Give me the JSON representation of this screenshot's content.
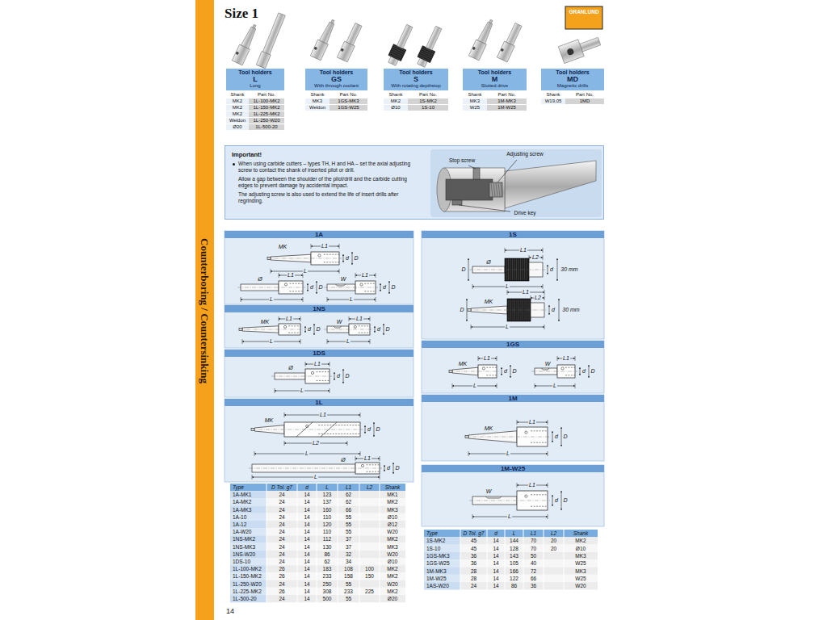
{
  "diagram": {
    "title": "Size 1",
    "nodes": [
      {
        "text": [
          "Tool holders",
          "L",
          "Long"
        ]
      },
      {
        "text": [
          "Tool holders",
          "GS",
          "With through coolant"
        ]
      },
      {
        "text": [
          "Tool holders",
          "S",
          "With rotating depthstop"
        ]
      },
      {
        "text": [
          "Tool holders",
          "M",
          "Slotted drive"
        ]
      },
      {
        "text": [
          "Tool holders",
          "MD",
          "Magnetic drills"
        ]
      },
      {
        "text": [
          "Important!",
          "When using carbide cutters – types TH, H and HA – set the axial adjusting screw to contact the shank of inserted pilot or drill.",
          "Allow a gap between the shoulder of the pilot/drill and the carbide cutting edges to prevent damage by accidental impact.",
          "The adjusting screw is also used to extend the life of insert drills after regrinding."
        ]
      },
      {
        "text": [
          "1A"
        ]
      },
      {
        "text": [
          "1NS"
        ]
      },
      {
        "text": [
          "1DS"
        ]
      },
      {
        "text": [
          "1L"
        ]
      },
      {
        "text": [
          "1S"
        ]
      },
      {
        "text": [
          "1GS"
        ]
      },
      {
        "text": [
          "1M"
        ]
      },
      {
        "text": [
          "1M-W25"
        ]
      }
    ],
    "labels": [
      "GRANLUND",
      "Shank",
      "Part No.",
      "MK2",
      "1L-100-MK2",
      "MK2",
      "1L-150-MK2",
      "MK2",
      "1L-225-MK2",
      "Weldon",
      "1L-250-W20",
      "Ø20",
      "1L-500-20",
      "Shank",
      "Part No.",
      "MK3",
      "1GS-MK3",
      "Weldon",
      "1GS-W25",
      "Shank",
      "Part No.",
      "MK2",
      "1S-MK2",
      "Ø10",
      "1S-10",
      "Shank",
      "Part No.",
      "MK3",
      "1M-MK3",
      "W25",
      "1M-W25",
      "Shank",
      "Part No.",
      "W19,05",
      "1MD",
      "Adjusting screw",
      "Stop screw",
      "Drive key",
      "MK",
      "L1",
      "d",
      "D",
      "L",
      "Ø",
      "L1",
      "d",
      "D",
      "L",
      "W",
      "L1",
      "d",
      "D",
      "L",
      "MK",
      "L1",
      "d",
      "D",
      "L",
      "W",
      "L1",
      "d",
      "D",
      "L",
      "Ø",
      "L1",
      "d",
      "D",
      "L",
      "MK",
      "L1",
      "d",
      "D",
      "L2",
      "L",
      "Ø",
      "L1",
      "d",
      "D",
      "L",
      "Ø",
      "L1",
      "L2",
      "D",
      "d",
      "30 mm",
      "L",
      "MK",
      "L1",
      "L2",
      "D",
      "d",
      "30 mm",
      "L",
      "MK",
      "L1",
      "d",
      "D",
      "L",
      "W",
      "L1",
      "d",
      "D",
      "L",
      "MK",
      "L1",
      "d",
      "D",
      "L",
      "W",
      "L1",
      "d",
      "D",
      "L",
      "Type",
      "D Tol. g7",
      "d",
      "L",
      "L1",
      "L2",
      "Shank",
      "1A-MK1",
      "24",
      "14",
      "123",
      "62",
      "MK1",
      "1A-MK2",
      "24",
      "14",
      "137",
      "62",
      "MK2",
      "1A-MK3",
      "24",
      "14",
      "160",
      "66",
      "MK3",
      "1A-10",
      "24",
      "14",
      "110",
      "55",
      "Ø10",
      "1A-12",
      "24",
      "14",
      "120",
      "55",
      "Ø12",
      "1A-W20",
      "24",
      "14",
      "110",
      "55",
      "W20",
      "1NS-MK2",
      "24",
      "14",
      "112",
      "37",
      "MK2",
      "1NS-MK3",
      "24",
      "14",
      "130",
      "37",
      "MK3",
      "1NS-W20",
      "24",
      "14",
      "86",
      "32",
      "W20",
      "1DS-10",
      "24",
      "14",
      "62",
      "34",
      "Ø10",
      "1L-100-MK2",
      "26",
      "14",
      "183",
      "108",
      "100",
      "MK2",
      "1L-150-MK2",
      "26",
      "14",
      "233",
      "158",
      "150",
      "MK2",
      "1L-250-W20",
      "24",
      "14",
      "250",
      "55",
      "W20",
      "1L-225-MK2",
      "26",
      "14",
      "308",
      "233",
      "225",
      "MK2",
      "1L-500-20",
      "24",
      "14",
      "500",
      "55",
      "Ø20",
      "Type",
      "D Tol. g7",
      "d",
      "L",
      "L1",
      "L2",
      "Shank",
      "1S-MK2",
      "45",
      "14",
      "144",
      "70",
      "20",
      "MK2",
      "1S-10",
      "45",
      "14",
      "128",
      "70",
      "20",
      "Ø10",
      "1GS-MK3",
      "36",
      "14",
      "143",
      "50",
      "MK3",
      "1GS-W25",
      "36",
      "14",
      "105",
      "40",
      "W25",
      "1M-MK3",
      "28",
      "14",
      "166",
      "72",
      "MK3",
      "1M-W25",
      "28",
      "14",
      "122",
      "66",
      "W25",
      "1AS-W20",
      "24",
      "14",
      "86",
      "36",
      "W20",
      "Counterboring / Countersinking",
      "14"
    ]
  }
}
